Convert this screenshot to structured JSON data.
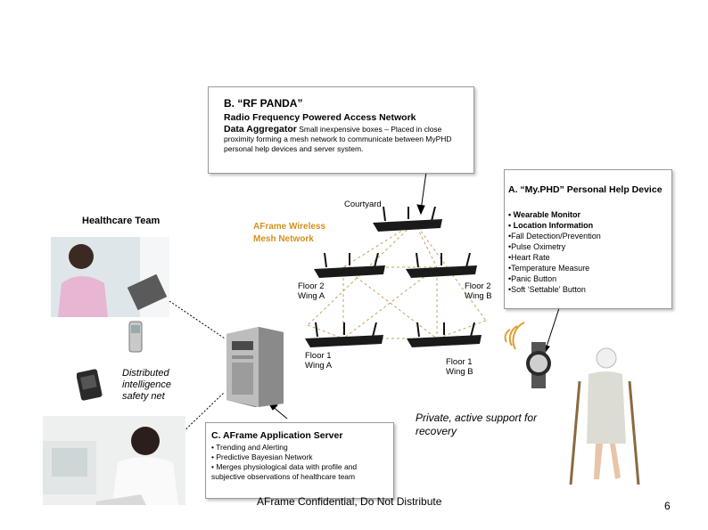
{
  "box_b": {
    "title": "B. “RF PANDA”",
    "subtitle": "Radio Frequency Powered Access Network",
    "lead_bold": "Data Aggregator",
    "lead_text": " Small inexpensive boxes – Placed in close proximity forming a mesh network to communicate between MyPHD personal help devices and server system."
  },
  "box_a": {
    "title": "A. “My.PHD” Personal Help Device",
    "items": [
      "• Wearable Monitor",
      "• Location Information",
      "•Fall Detection/Prevention",
      "•Pulse Oximetry",
      "•Heart Rate",
      "•Temperature Measure",
      "•Panic Button",
      "•Soft ‘Settable’ Button"
    ]
  },
  "box_c": {
    "title": "C. AFrame Application Server",
    "items": [
      "• Trending and Alerting",
      "• Predictive Bayesian Network",
      "• Merges physiological data with profile and subjective observations   of healthcare team"
    ]
  },
  "labels": {
    "healthcare_team": "Healthcare Team",
    "mesh_network": "AFrame Wireless Mesh Network",
    "courtyard": "Courtyard",
    "floor2_wing_a": "Floor 2 Wing A",
    "floor2_wing_b": "Floor 2 Wing B",
    "floor1_wing_a": "Floor 1 Wing A",
    "floor1_wing_b": "Floor 1 Wing B",
    "distributed": "Distributed intelligence safety net",
    "private_support": "Private, active support for recovery",
    "footer": "AFrame Confidential, Do Not Distribute",
    "page_number": "6"
  },
  "colors": {
    "mesh_label": "#d4901c",
    "mesh_lines": "#c8a060",
    "box_border": "#9a9a9a"
  }
}
